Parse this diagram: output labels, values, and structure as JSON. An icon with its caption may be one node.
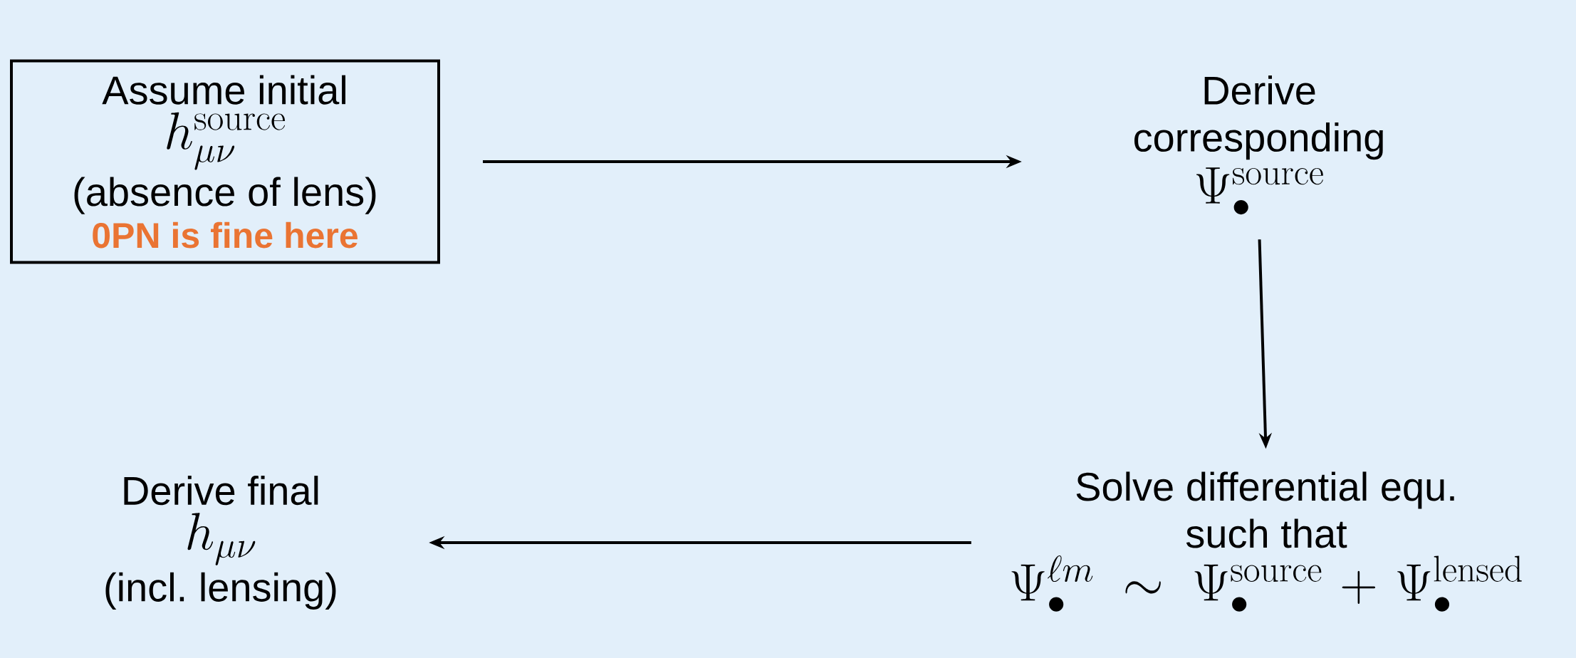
{
  "diagram": {
    "nodes": [
      {
        "text": [
          "Assume initial",
          "h^{\\mathrm{source}}_{\\mu\\nu}",
          "(absence of lens)",
          "0PN is fine here"
        ]
      },
      {
        "text": [
          "Derive corresponding",
          "\\Psi^{\\mathrm{source}}_{\\bullet}"
        ]
      },
      {
        "text": [
          "Solve differential equ. such that",
          "\\Psi^{\\ell m}_{\\bullet}\\sim \\Psi^{\\mathrm{source}}_{\\bullet}+\\Psi^{\\mathrm{lensed}}_{\\bullet}"
        ]
      },
      {
        "text": [
          "Derive final",
          "h_{\\mu\\nu}",
          "(incl. lensing)"
        ]
      }
    ],
    "edges": [
      {
        "from": 0,
        "to": 1,
        "arrow": "to"
      },
      {
        "from": 1,
        "to": 2,
        "arrow": "to"
      },
      {
        "from": 2,
        "to": 3,
        "arrow": "to"
      }
    ]
  }
}
